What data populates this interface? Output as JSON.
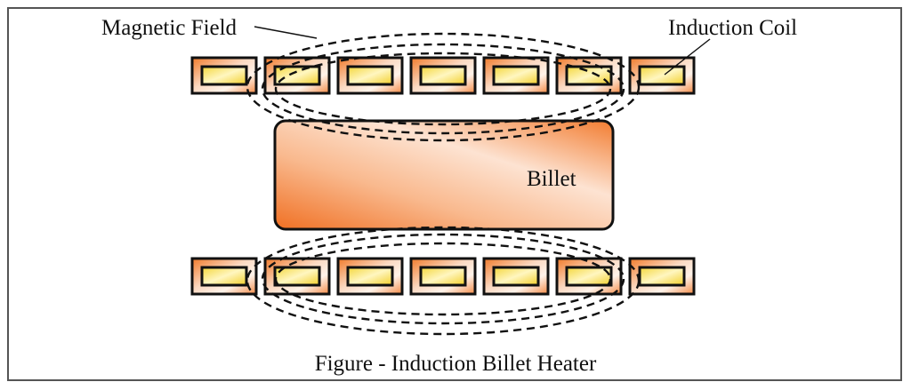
{
  "figure": {
    "caption": "Figure - Induction Billet Heater",
    "labels": {
      "magnetic_field": "Magnetic Field",
      "induction_coil": "Induction Coil",
      "billet": "Billet"
    },
    "coil_count_per_row": 7,
    "coil_rows": [
      "top",
      "bottom"
    ],
    "colors": {
      "coil_outer": "#f07a2a",
      "coil_inner": "#f5d22a",
      "billet": "#f0782a",
      "outline": "#111111",
      "frame": "#555555"
    }
  }
}
